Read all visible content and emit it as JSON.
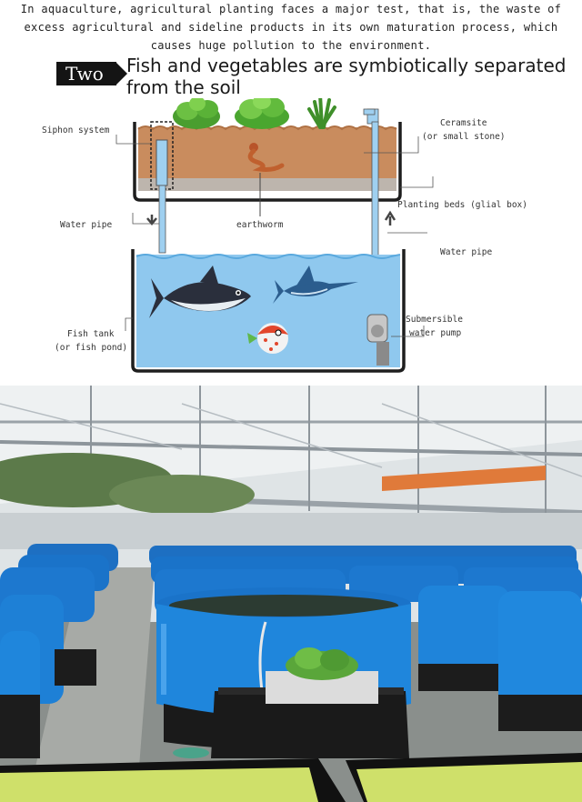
{
  "intro": {
    "line1": "In aquaculture, agricultural planting faces a major test, that is, the waste of",
    "line2": "excess agricultural and sideline products in its own maturation process, which",
    "line3": "causes huge pollution to the environment."
  },
  "section": {
    "badge": "Two",
    "title": "Fish and vegetables are symbiotically separated from the soil"
  },
  "diagram": {
    "labels": {
      "siphon": "Siphon system",
      "water_pipe_left": "Water pipe",
      "earthworm": "earthworm",
      "ceramsite": "Ceramsite",
      "ceramsite_note": "(or small stone)",
      "planting_beds": "Planting beds (glial box)",
      "water_pipe_right": "Water pipe",
      "pump1": "Submersible",
      "pump2": "water pump",
      "tank1": "Fish tank",
      "tank2": "(or fish pond)"
    },
    "colors": {
      "soil": "#c98c5e",
      "water": "#8fc8ee",
      "pipe": "#9fd0f0",
      "tank_outline": "#1e1e1e"
    }
  },
  "photo": {
    "tank_color": "#1a73c9",
    "tray_color": "#1a1a1a"
  }
}
